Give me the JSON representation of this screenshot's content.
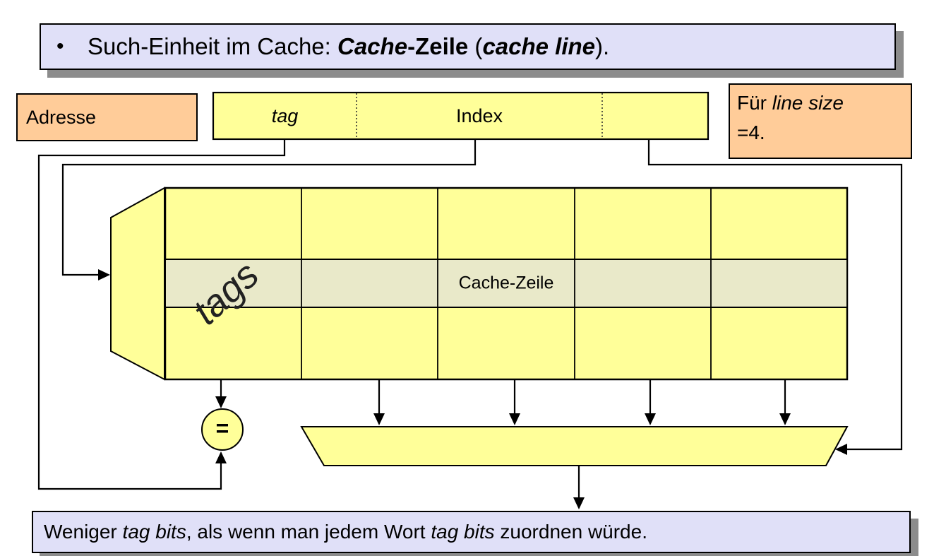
{
  "slide": {
    "title": {
      "bullet": "•",
      "runs": [
        {
          "text": "Such-Einheit im Cache: ",
          "style": "regular"
        },
        {
          "text": "Cache",
          "style": "bold-italic"
        },
        {
          "text": "-Zeile",
          "style": "bold"
        },
        {
          "text": " (",
          "style": "regular"
        },
        {
          "text": "cache line",
          "style": "bold-italic"
        },
        {
          "text": ").",
          "style": "regular"
        }
      ]
    },
    "address_box": {
      "label": "Adresse"
    },
    "address_field": {
      "tag": "tag",
      "index": "Index"
    },
    "line_size_note": {
      "line1_regular": "Für ",
      "line1_italic": "line size",
      "line2": "=4."
    },
    "cache_array": {
      "tags_label": "tags",
      "line_label": "Cache-Zeile"
    },
    "comparator": {
      "symbol": "="
    },
    "footer": {
      "runs": [
        {
          "text": "Weniger ",
          "style": "regular"
        },
        {
          "text": "tag bits",
          "style": "italic"
        },
        {
          "text": ", als wenn man jedem Wort ",
          "style": "regular"
        },
        {
          "text": "tag bits",
          "style": "italic"
        },
        {
          "text": " zuordnen würde.",
          "style": "regular"
        }
      ]
    },
    "colors": {
      "cell_yellow": "#FFFF99",
      "row_highlight": "#E9E9C9",
      "note_orange": "#FFCC99",
      "banner_lavender": "#E0E0F8",
      "shadow_gray": "#8C8C8C",
      "line_black": "#000000"
    }
  }
}
